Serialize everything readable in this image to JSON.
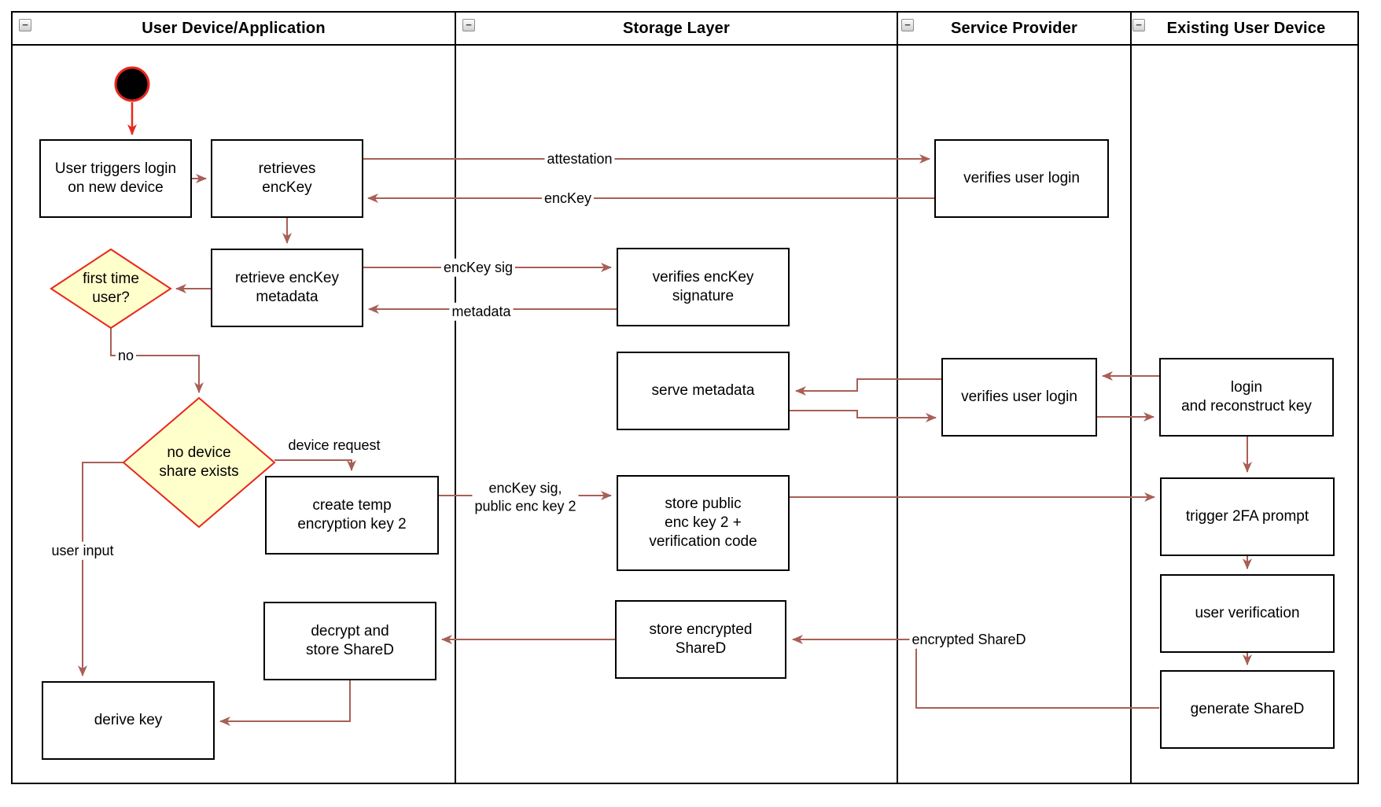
{
  "diagram": {
    "title": "key recovery / new device login activity diagram",
    "colors": {
      "arrow": "#a85f56",
      "accent_red": "#e8271b",
      "diamond_fill": "#ffffcc",
      "node_border": "#000000",
      "node_fill": "#ffffff",
      "lane_border": "#000000"
    },
    "collapse_glyph": "−",
    "lanes": [
      {
        "title": "User Device/Application"
      },
      {
        "title": "Storage Layer"
      },
      {
        "title": "Service Provider"
      },
      {
        "title": "Existing User Device"
      }
    ],
    "nodes": {
      "user_triggers": "User triggers login\non new device",
      "retrieves_enckey": "retrieves\nencKey",
      "verifies_user_login_1": "verifies user login",
      "retrieve_metadata": "retrieve encKey\nmetadata",
      "verifies_signature": "verifies encKey\nsignature",
      "first_time_user": "first time\nuser?",
      "serve_metadata": "serve metadata",
      "verifies_user_login_2": "verifies user login",
      "login_reconstruct": "login\nand reconstruct key",
      "no_device_share": "no device\nshare exists",
      "create_temp_key": "create temp\nencryption key 2",
      "store_public_key": "store public\nenc key 2 +\nverification code",
      "trigger_2fa": "trigger 2FA prompt",
      "user_verification": "user verification",
      "decrypt_store": "decrypt and\nstore ShareD",
      "store_encrypted": "store encrypted\nShareD",
      "generate_shared": "generate ShareD",
      "derive_key": "derive key"
    },
    "edge_labels": {
      "attestation": "attestation",
      "enckey": "encKey",
      "enckey_sig": "encKey sig",
      "metadata": "metadata",
      "no": "no",
      "device_request": "device request",
      "enckey_sig_public": "encKey sig,\npublic enc key 2",
      "user_input": "user input",
      "encrypted_shared": "encrypted ShareD"
    }
  }
}
